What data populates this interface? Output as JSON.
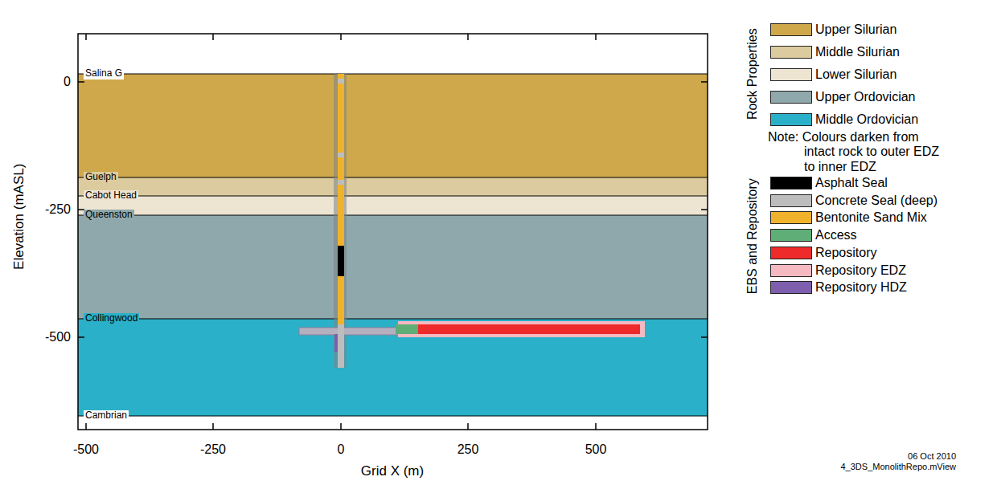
{
  "diagram": {
    "labels": [
      "Salina G",
      "Guelph",
      "Cabot Head",
      "Queenston",
      "Collingwood",
      "Cambrian",
      "0",
      "-250",
      "-500",
      "-500",
      "-250",
      "0",
      "250",
      "500",
      "Elevation (mASL)",
      "Grid X (m)",
      "Rock Properties",
      "Note: Colours darken from intact rock to outer EDZ to inner EDZ",
      "EBS and Repository",
      "06 Oct 2010",
      "4_3DS_MonolithRepo.mView"
    ],
    "legend": [
      {
        "text": "Upper Silurian",
        "color": "#cfa84b"
      },
      {
        "text": "Middle Silurian",
        "color": "#dccb9e"
      },
      {
        "text": "Lower Silurian",
        "color": "#ede5d2"
      },
      {
        "text": "Upper Ordovician",
        "color": "#8fa8ab"
      },
      {
        "text": "Middle Ordovician",
        "color": "#2bb0c9"
      },
      {
        "text": "Asphalt Seal",
        "color": "#000000"
      },
      {
        "text": "Concrete Seal (deep)",
        "color": "#bdbdbd"
      },
      {
        "text": "Bentonite Sand Mix",
        "color": "#f0b22a"
      },
      {
        "text": "Access",
        "color": "#5fae78"
      },
      {
        "text": "Repository",
        "color": "#ee2a2a"
      },
      {
        "text": "Repository EDZ",
        "color": "#f5b9c1"
      },
      {
        "text": "Repository HDZ",
        "color": "#7d5fae"
      }
    ]
  }
}
